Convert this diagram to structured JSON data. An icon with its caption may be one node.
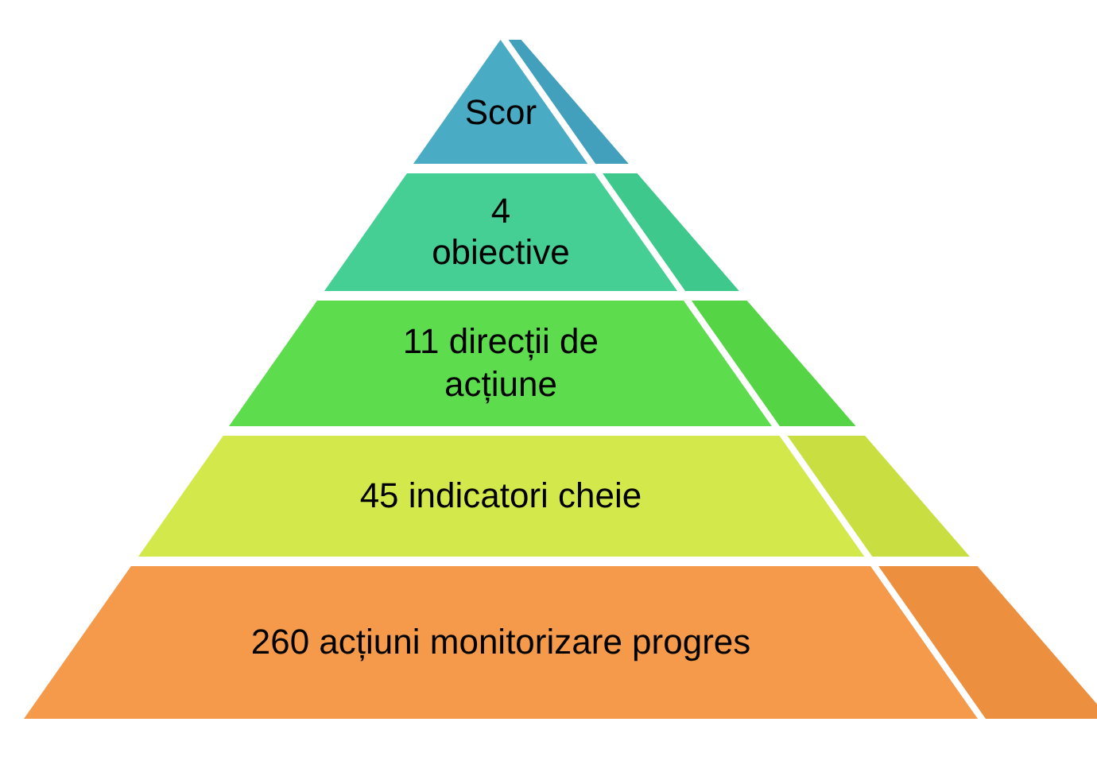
{
  "diagram": {
    "nodes": [
      {
        "text": [
          "Scor"
        ]
      },
      {
        "text": [
          "4 obiective"
        ]
      },
      {
        "text": [
          "11 direcții de acțiune"
        ]
      },
      {
        "text": [
          "45 indicatori cheie"
        ]
      },
      {
        "text": [
          "260 acțiuni monitorizare progres"
        ]
      }
    ]
  }
}
